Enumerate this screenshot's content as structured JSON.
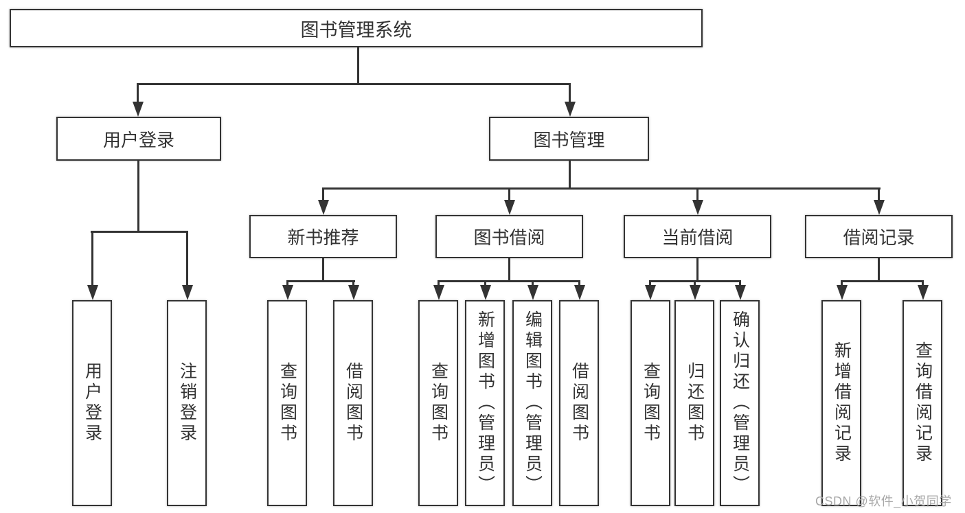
{
  "diagram": {
    "root": "图书管理系统",
    "level2": [
      "用户登录",
      "图书管理"
    ],
    "level3": [
      "新书推荐",
      "图书借阅",
      "当前借阅",
      "借阅记录"
    ],
    "leaves": [
      "用户登录",
      "注销登录",
      "查询图书",
      "借阅图书",
      "查询图书",
      "新增图书（管理员）",
      "编辑图书（管理员）",
      "借阅图书",
      "查询图书",
      "归还图书",
      "确认归还（管理员）",
      "新增借阅记录",
      "查询借阅记录"
    ],
    "hierarchy": {
      "图书管理系统": [
        "用户登录",
        "图书管理"
      ],
      "用户登录": [
        "用户登录",
        "注销登录"
      ],
      "图书管理": [
        "新书推荐",
        "图书借阅",
        "当前借阅",
        "借阅记录"
      ],
      "新书推荐": [
        "查询图书",
        "借阅图书"
      ],
      "图书借阅": [
        "查询图书",
        "新增图书（管理员）",
        "编辑图书（管理员）",
        "借阅图书"
      ],
      "当前借阅": [
        "查询图书",
        "归还图书",
        "确认归还（管理员）"
      ],
      "借阅记录": [
        "新增借阅记录",
        "查询借阅记录"
      ]
    },
    "colors": {
      "line": "#333333",
      "box_border": "#333333",
      "text": "#333333",
      "watermark": "#a3a3a3",
      "background": "#ffffff"
    }
  },
  "watermark": "CSDN @软件_小贺同学"
}
